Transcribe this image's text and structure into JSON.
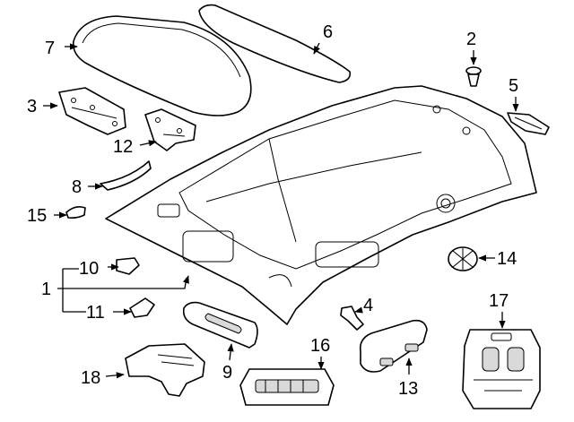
{
  "callouts": {
    "c1": "1",
    "c2": "2",
    "c3": "3",
    "c4": "4",
    "c5": "5",
    "c6": "6",
    "c7": "7",
    "c8": "8",
    "c9": "9",
    "c10": "10",
    "c11": "11",
    "c12": "12",
    "c13": "13",
    "c14": "14",
    "c15": "15",
    "c16": "16",
    "c17": "17",
    "c18": "18"
  },
  "colors": {
    "line": "#000000",
    "fill": "#ffffff",
    "shade": "#d9d9d9"
  }
}
